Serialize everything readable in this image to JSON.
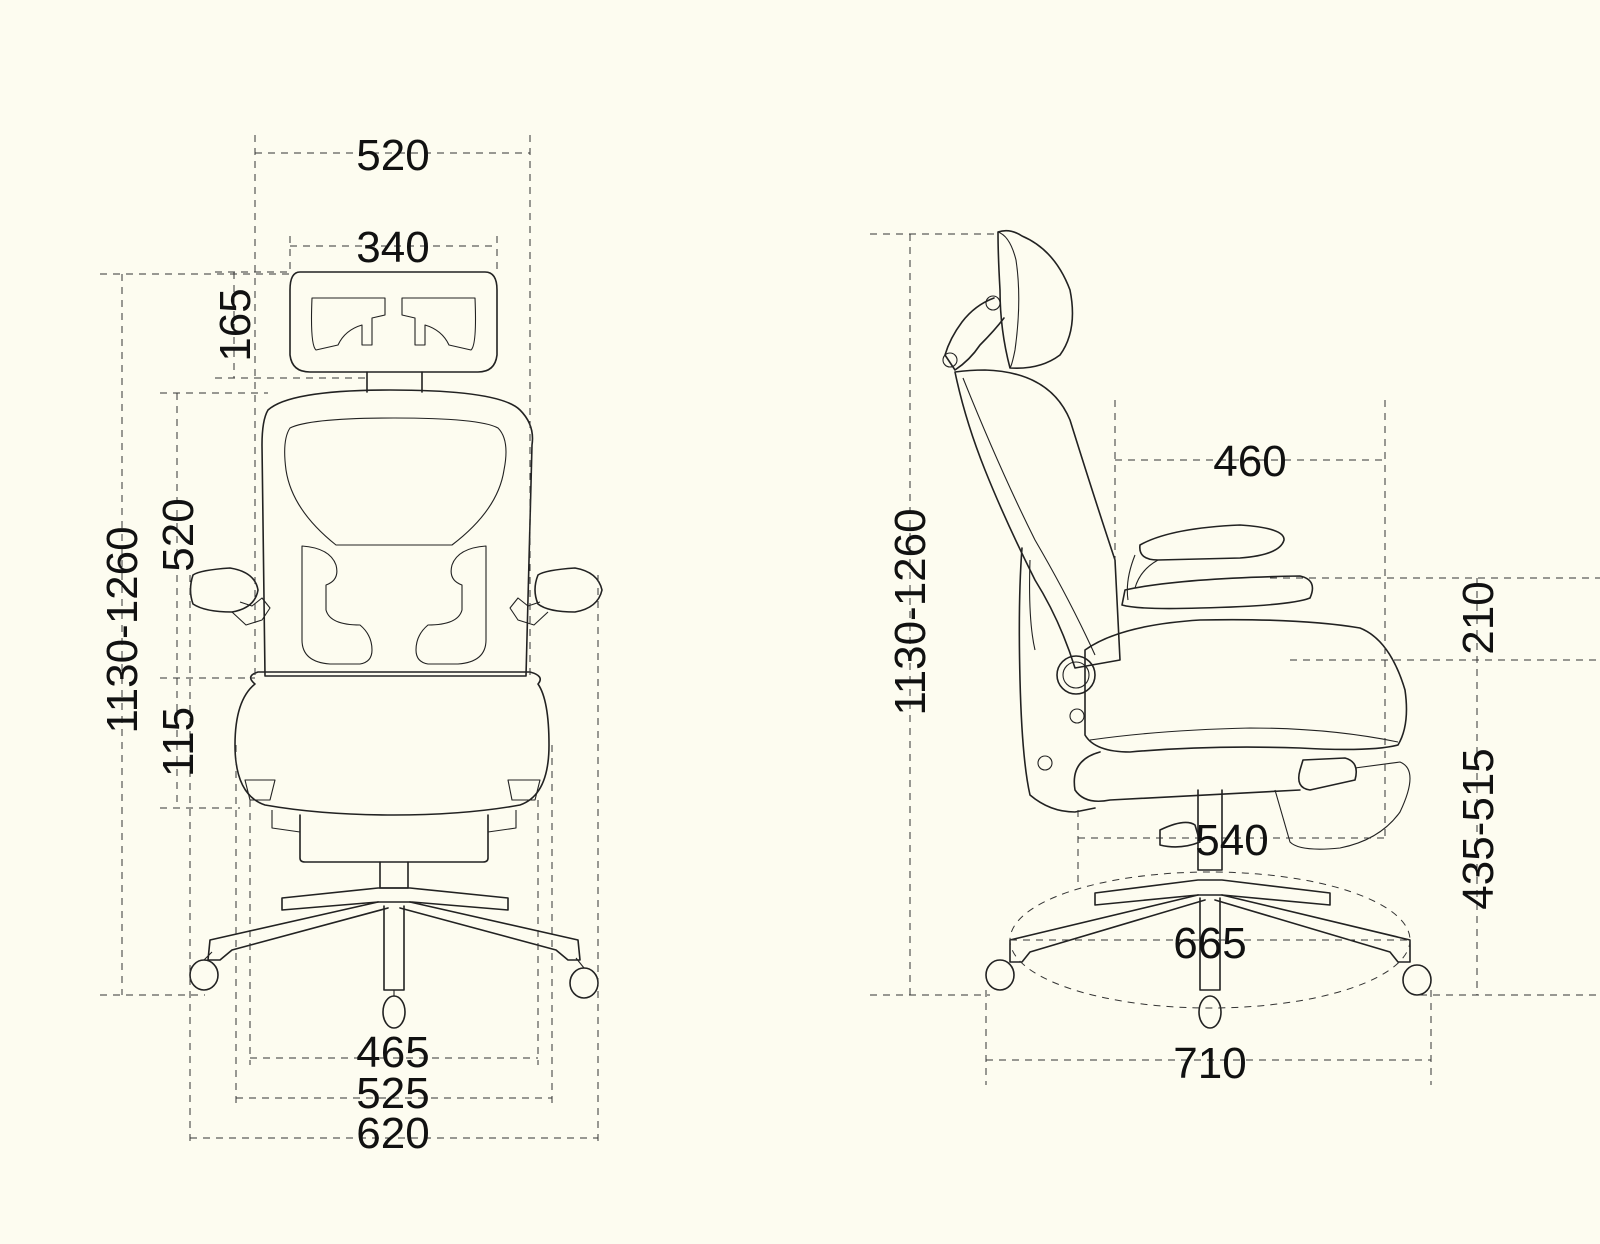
{
  "front_view": {
    "overall_width": "520",
    "headrest_width": "340",
    "headrest_height": "165",
    "backrest_height": "520",
    "overall_height": "1130-1260",
    "armrest_adjust": "115",
    "seat_width": "465",
    "armrest_inner_width": "525",
    "armrest_outer_width": "620"
  },
  "side_view": {
    "overall_height": "1130-1260",
    "seat_depth": "460",
    "armrest_height": "210",
    "seat_height": "435-515",
    "chair_depth": "540",
    "base_diameter": "665",
    "overall_depth": "710"
  }
}
